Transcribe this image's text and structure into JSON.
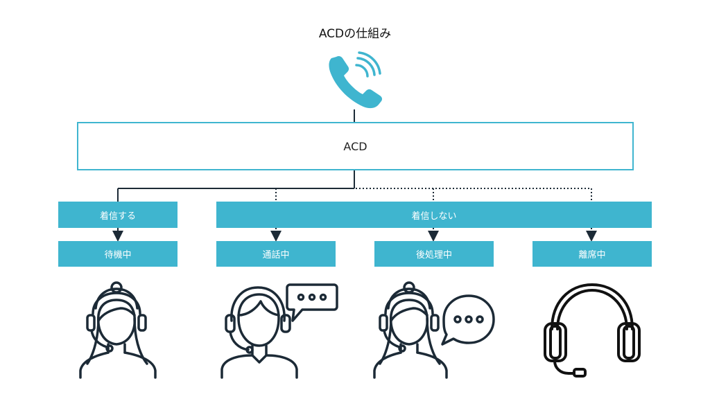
{
  "title": "ACDの仕組み",
  "acd_label": "ACD",
  "branches": {
    "incoming": "着信する",
    "not_incoming": "着信しない"
  },
  "states": {
    "waiting": "待機中",
    "talking": "通話中",
    "after_call_work": "後処理中",
    "away": "離席中"
  },
  "icons": [
    "phone-icon",
    "operator-waiting-icon",
    "operator-talking-icon",
    "operator-after-call-icon",
    "headset-icon"
  ],
  "colors": {
    "accent": "#3fb5cf",
    "line": "#1c2a36"
  }
}
